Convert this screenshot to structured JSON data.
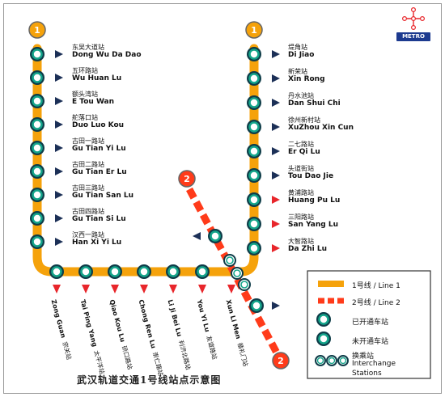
{
  "title": "武汉轨道交通1号线站点示意图",
  "logo_text": "METRO",
  "line_badges": {
    "line1": "1",
    "line2": "2"
  },
  "colors": {
    "line1": "#f5a20b",
    "line2": "#ff3b1a",
    "station_dark": "#0e3c48",
    "station_ring": "#14a48a",
    "arrow_red": "#e8262b",
    "arrow_navy": "#1c3057"
  },
  "left_stations": [
    {
      "cn": "东吴大道站",
      "en": "Dong Wu Da Dao"
    },
    {
      "cn": "五环路站",
      "en": "Wu Huan Lu"
    },
    {
      "cn": "额头湾站",
      "en": "E Tou Wan"
    },
    {
      "cn": "舵落口站",
      "en": "Duo Luo Kou"
    },
    {
      "cn": "古田一路站",
      "en": "Gu Tian Yi Lu"
    },
    {
      "cn": "古田二路站",
      "en": "Gu Tian Er Lu"
    },
    {
      "cn": "古田三路站",
      "en": "Gu Tian San Lu"
    },
    {
      "cn": "古田四路站",
      "en": "Gu Tian Si Lu"
    },
    {
      "cn": "汉西一路站",
      "en": "Han Xi Yi Lu"
    }
  ],
  "right_stations": [
    {
      "cn": "堤角站",
      "en": "Di Jiao"
    },
    {
      "cn": "新荣站",
      "en": "Xin Rong"
    },
    {
      "cn": "丹水池站",
      "en": "Dan Shui Chi"
    },
    {
      "cn": "徐州新村站",
      "en": "XuZhou Xin Cun"
    },
    {
      "cn": "二七路站",
      "en": "Er Qi Lu"
    },
    {
      "cn": "头道街站",
      "en": "Tou Dao Jie"
    },
    {
      "cn": "黄浦路站",
      "en": "Huang Pu Lu"
    },
    {
      "cn": "三阳路站",
      "en": "San Yang Lu"
    },
    {
      "cn": "大智路站",
      "en": "Da Zhi Lu"
    }
  ],
  "bottom_stations": [
    {
      "cn": "宗关站",
      "en": "Zong Guan"
    },
    {
      "cn": "太平洋站",
      "en": "Tai Ping Yang"
    },
    {
      "cn": "硚口路站",
      "en": "Qiao Kou Lu"
    },
    {
      "cn": "崇仁路站",
      "en": "Chong Ren Lu"
    },
    {
      "cn": "利济北路站",
      "en": "Li Ji Bei Lu"
    },
    {
      "cn": "友谊路站",
      "en": "You Yi Lu"
    },
    {
      "cn": "循礼门站",
      "en": "Xun Li Men"
    }
  ],
  "legend": {
    "line1": "1号线 / Line 1",
    "line2": "2号线 / Line 2",
    "open": "已开通车站",
    "unopened": "未开通车站",
    "interchange_cn": "换乘站",
    "interchange_en1": "Interchange",
    "interchange_en2": "Stations"
  }
}
